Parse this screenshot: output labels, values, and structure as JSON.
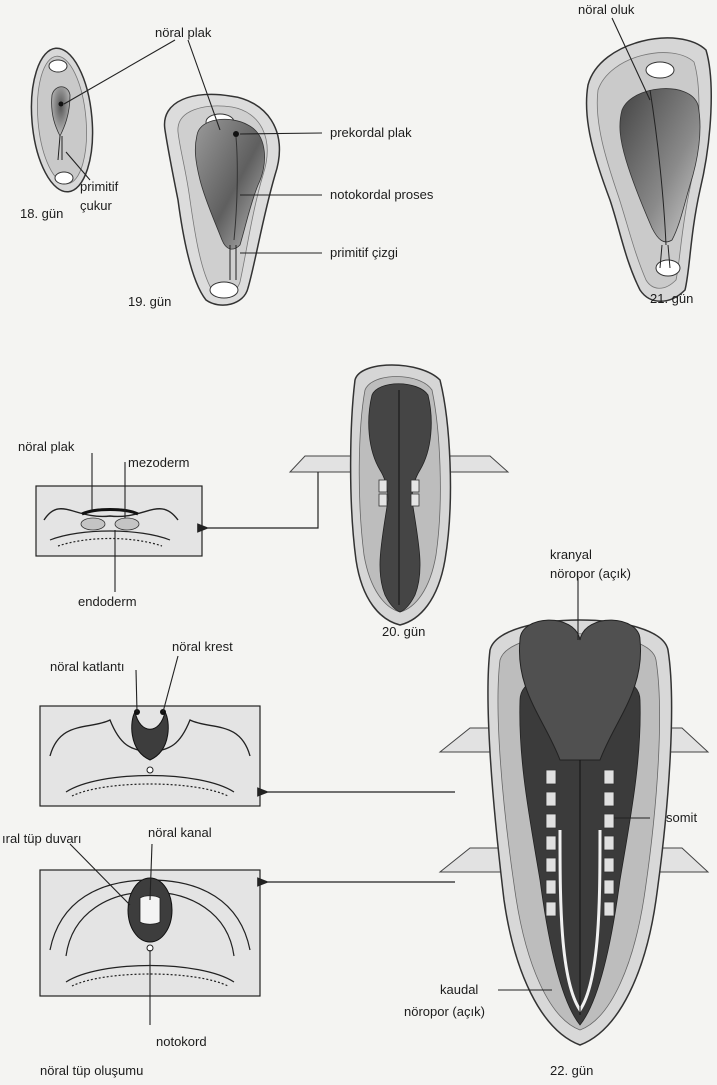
{
  "labels": {
    "noral_plak_top": "nöral plak",
    "primitif": "primitif",
    "cukur": "çukur",
    "day18": "18. gün",
    "prekordal_plak": "prekordal plak",
    "notokordal_proses": "notokordal proses",
    "primitif_cizgi": "primitif çizgi",
    "day19": "19. gün",
    "noral_oluk": "nöral oluk",
    "day21": "21. gün",
    "noral_plak_mid": "nöral plak",
    "mezoderm": "mezoderm",
    "endoderm": "endoderm",
    "day20": "20. gün",
    "kranyal": "kranyal",
    "noropor_acik_top": "nöropor (açık)",
    "noral_krest": "nöral krest",
    "noral_katlanti": "nöral katlantı",
    "noral_tup_duvari": "ıral tüp duvarı",
    "noral_kanal": "nöral kanal",
    "somit": "somit",
    "kaudal": "kaudal",
    "noropor_acik_bottom": "nöropor (açık)",
    "notokord": "notokord",
    "noral_tup_olusumu": "nöral tüp oluşumu",
    "day22": "22. gün"
  }
}
